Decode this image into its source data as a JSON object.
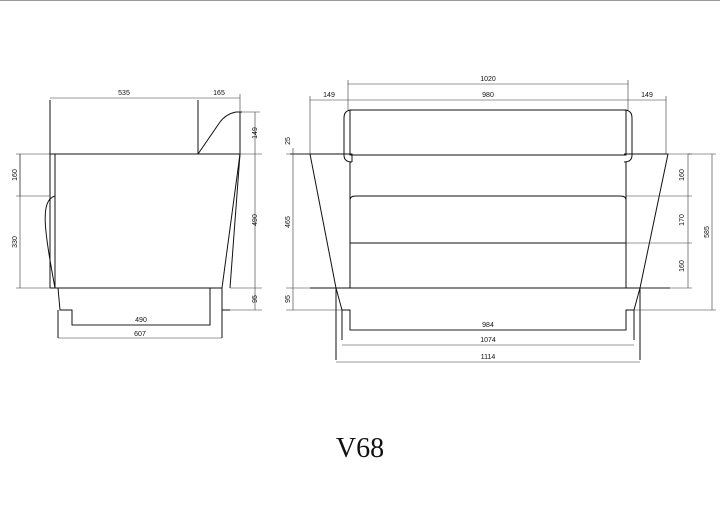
{
  "model": "V68",
  "side_view": {
    "dims": {
      "top_depth": "535",
      "top_back": "165",
      "back_height": "149",
      "left_upper": "160",
      "left_total": "330",
      "right_height": "490",
      "leg_height": "95",
      "base_width": "490",
      "total_depth": "607"
    }
  },
  "front_view": {
    "dims": {
      "top_total": "1020",
      "arm_left": "149",
      "inner_width": "980",
      "arm_right": "149",
      "arm_offset": "25",
      "left_height": "465",
      "leg_height": "95",
      "right_upper": "160",
      "right_mid": "170",
      "right_lower": "160",
      "overall_height": "585",
      "seat_width": "984",
      "width_mid": "1074",
      "overall_width": "1114"
    }
  }
}
